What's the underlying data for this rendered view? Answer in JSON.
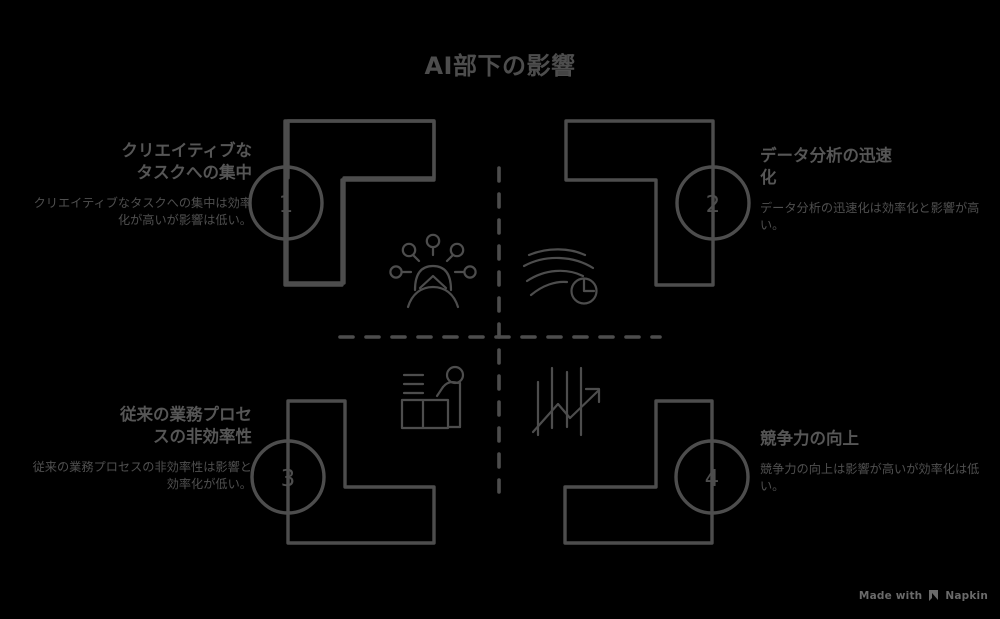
{
  "page": {
    "title": "AI部下の影響",
    "background_color": "#000000",
    "stroke_color": "#4d4d4d",
    "text_color": "#4f4f4f"
  },
  "quadrants": [
    {
      "number": "1",
      "title": "クリエイティブな\nタスクへの集中",
      "title_line1": "クリエイティブな",
      "title_line2": "タスクへの集中",
      "body": "クリエイティブなタスクへの集中は効率化が高いが影響は低い。",
      "icon": "idea-person-icon",
      "position": "top-left"
    },
    {
      "number": "2",
      "title": "データ分析の迅速化",
      "title_line1": "データ分析の迅速",
      "title_line2": "化",
      "body": "データ分析の迅速化は効率化と影響が高い。",
      "icon": "speed-clock-icon",
      "position": "top-right"
    },
    {
      "number": "3",
      "title": "従来の業務プロセスの非効率性",
      "title_line1": "従来の業務プロセ",
      "title_line2": "スの非効率性",
      "body": "従来の業務プロセスの非効率性は影響と効率化が低い。",
      "icon": "desk-worker-icon",
      "position": "bottom-left"
    },
    {
      "number": "4",
      "title": "競争力の向上",
      "title_line1": "競争力の向上",
      "title_line2": "",
      "body": "競争力の向上は影響が高いが効率化は低い。",
      "icon": "growth-chart-icon",
      "position": "bottom-right"
    }
  ],
  "footer": {
    "made_with": "Made with",
    "brand": "Napkin",
    "logo_icon": "napkin-logo-icon"
  }
}
